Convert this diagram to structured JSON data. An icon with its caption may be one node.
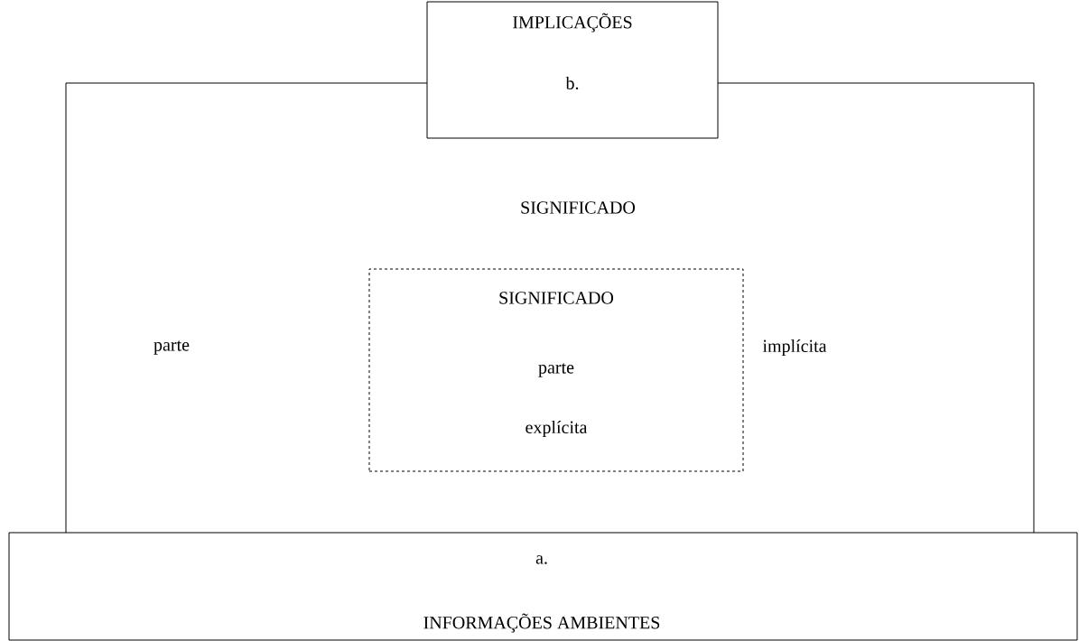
{
  "diagram": {
    "nodes": [
      {
        "text": [
          "IMPLICAÇÕES",
          "b."
        ]
      },
      {
        "text": [
          "SIGNIFICADO",
          "parte",
          "implícita"
        ]
      },
      {
        "text": [
          "SIGNIFICADO",
          "parte",
          "explícita"
        ],
        "in": 1
      },
      {
        "text": [
          "a.",
          "INFORMAÇÕES AMBIENTES"
        ]
      }
    ]
  }
}
